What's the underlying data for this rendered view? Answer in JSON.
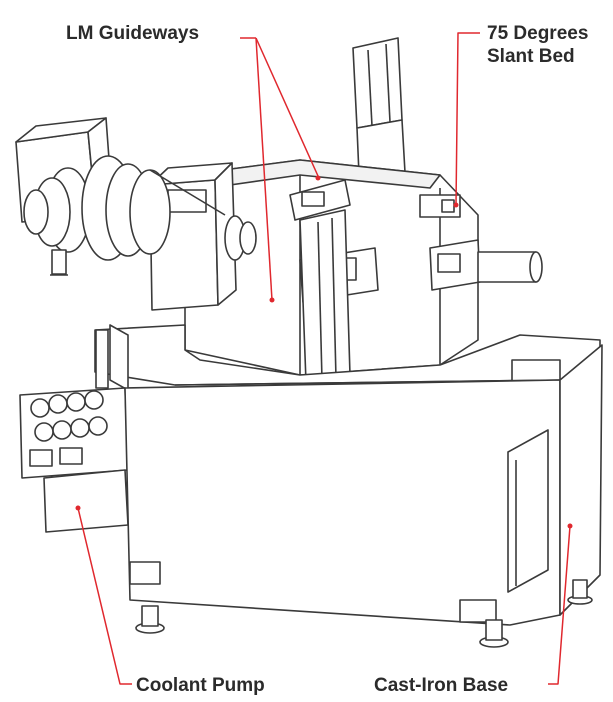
{
  "labels": {
    "lm_guideways": "LM Guideways",
    "slant_bed_line1": "75 Degrees",
    "slant_bed_line2": "Slant Bed",
    "coolant_pump": "Coolant Pump",
    "cast_iron_base": "Cast-Iron Base"
  },
  "colors": {
    "leader": "#e0282e",
    "line": "#3a3a3a",
    "text": "#2b2b2b"
  }
}
